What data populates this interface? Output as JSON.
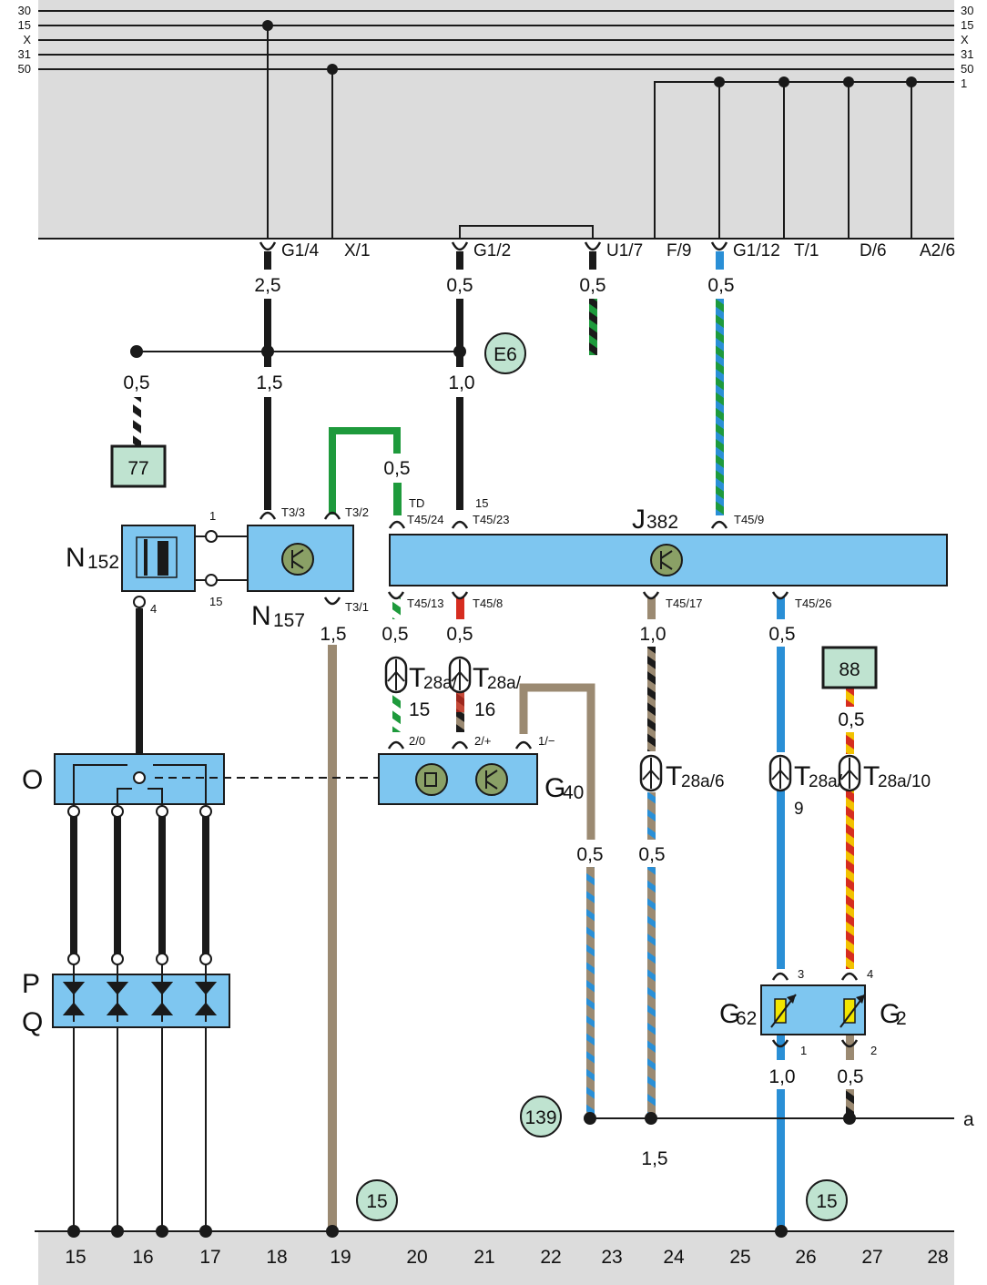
{
  "rails": {
    "left": [
      "30",
      "15",
      "X",
      "31",
      "50"
    ],
    "right": [
      "30",
      "15",
      "X",
      "31",
      "50",
      "1"
    ]
  },
  "connectors_top": [
    "G1/4",
    "X/1",
    "G1/2",
    "U1/7",
    "F/9",
    "G1/12",
    "T/1",
    "D/6",
    "A2/6"
  ],
  "sizes": {
    "w_g14": "2,5",
    "w_g12": "0,5",
    "w_u17": "0,5",
    "w_g112": "0,5",
    "w_77": "0,5",
    "w_n157_pwr": "1,5",
    "w_j382_15": "1,0",
    "w_td": "0,5",
    "w_n157_gnd": "1,5",
    "w_t4513": "0,5",
    "w_t458": "0,5",
    "w_t4517": "1,0",
    "w_t4526": "0,5",
    "w_88": "0,5",
    "w_g40_1": "0,5",
    "w_t4517_low": "0,5",
    "w_g62_gnd": "1,0",
    "w_g2_gnd": "0,5",
    "w_a_bus": "1,5"
  },
  "components": {
    "n152_letter": "N",
    "n152_sub": "152",
    "n157_letter": "N",
    "n157_sub": "157",
    "j382_letter": "J",
    "j382_sub": "382",
    "g40_letter": "G",
    "g40_sub": "40",
    "g62_letter": "G",
    "g62_sub": "62",
    "g2_letter": "G",
    "g2_sub": "2",
    "o": "O",
    "p": "P",
    "q": "Q"
  },
  "refs": {
    "e6": "E6",
    "r77": "77",
    "r88": "88",
    "r139": "139",
    "r15a": "15",
    "r15b": "15"
  },
  "pins": {
    "t33": "T3/3",
    "t32": "T3/2",
    "t31": "T3/1",
    "td": "TD",
    "t4524": "T45/24",
    "p15": "15",
    "t4523": "T45/23",
    "t459": "T45/9",
    "t4513": "T45/13",
    "t458": "T45/8",
    "t4517": "T45/17",
    "t4526": "T45/26",
    "n152_1": "1",
    "n152_15": "15",
    "n152_4": "4",
    "g40_20": "2/0",
    "g40_2p": "2/+",
    "g40_1m": "1/−",
    "g62_3": "3",
    "g62_1": "1",
    "g2_4": "4",
    "g2_2": "2",
    "a": "a"
  },
  "junction_labels": {
    "t28a_15_main": "T",
    "t28a_15_sub": "28a/",
    "t28a_15_num": "15",
    "t28a_16_main": "T",
    "t28a_16_sub": "28a/",
    "t28a_16_num": "16",
    "t28a_6_main": "T",
    "t28a_6_sub": "28a/6",
    "t28a_9_main": "T",
    "t28a_9_sub": "28a/",
    "t28a_9_num": "9",
    "t28a_10_main": "T",
    "t28a_10_sub": "28a/10"
  },
  "bottom_numbers": [
    "15",
    "16",
    "17",
    "18",
    "19",
    "20",
    "21",
    "22",
    "23",
    "24",
    "25",
    "26",
    "27",
    "28"
  ],
  "colors": {
    "black": "#1a1a1a",
    "green": "#1e9a3c",
    "blue": "#2a8fd6",
    "brown": "#9b8a72",
    "red": "#d62d20",
    "yellow": "#f2c200",
    "white": "#ffffff",
    "box_blue": "#7ec6f0",
    "ref_green": "#bfe3d0",
    "gray_area": "#dcdcdc"
  }
}
